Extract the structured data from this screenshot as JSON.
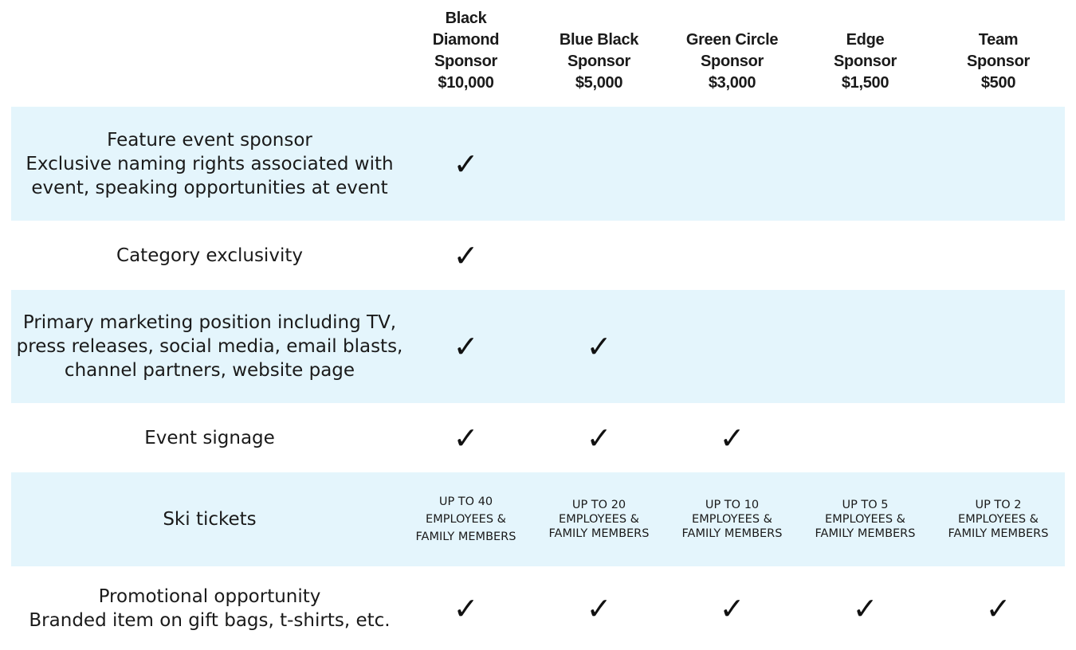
{
  "tiers": [
    {
      "name": "Black\nDiamond\nSponsor",
      "price": "$10,000"
    },
    {
      "name": "Blue Black\nSponsor",
      "price": "$5,000"
    },
    {
      "name": "Green Circle\nSponsor",
      "price": "$3,000"
    },
    {
      "name": "Edge\nSponsor",
      "price": "$1,500"
    },
    {
      "name": "Team\nSponsor",
      "price": "$500"
    }
  ],
  "check_symbol": "✓",
  "rows": [
    {
      "feature": "Feature event sponsor\nExclusive naming rights associated with\nevent, speaking opportunities at event",
      "shaded": true,
      "checks": [
        true,
        false,
        false,
        false,
        false
      ]
    },
    {
      "feature": "Category exclusivity",
      "shaded": false,
      "checks": [
        true,
        false,
        false,
        false,
        false
      ]
    },
    {
      "feature": "Primary marketing position including TV,\npress releases, social media, email blasts,\nchannel partners, website page",
      "shaded": true,
      "checks": [
        true,
        true,
        false,
        false,
        false
      ]
    },
    {
      "feature": "Event signage",
      "shaded": false,
      "checks": [
        true,
        true,
        true,
        false,
        false
      ]
    },
    {
      "feature": "Ski tickets",
      "shaded": true,
      "values": [
        "UP TO 40\nEMPLOYEES &\nFAMILY MEMBERS",
        "UP TO 20\nEMPLOYEES &\nFAMILY MEMBERS",
        "UP TO 10\nEMPLOYEES &\nFAMILY MEMBERS",
        "UP TO 5\nEMPLOYEES &\nFAMILY MEMBERS",
        "UP TO 2\nEMPLOYEES &\nFAMILY MEMBERS"
      ]
    },
    {
      "feature": "Promotional opportunity\nBranded item on gift bags, t-shirts, etc.",
      "shaded": false,
      "checks": [
        true,
        true,
        true,
        true,
        true
      ]
    }
  ],
  "colors": {
    "row_shade": "#e4f5fc",
    "text": "#1a1a1a"
  }
}
